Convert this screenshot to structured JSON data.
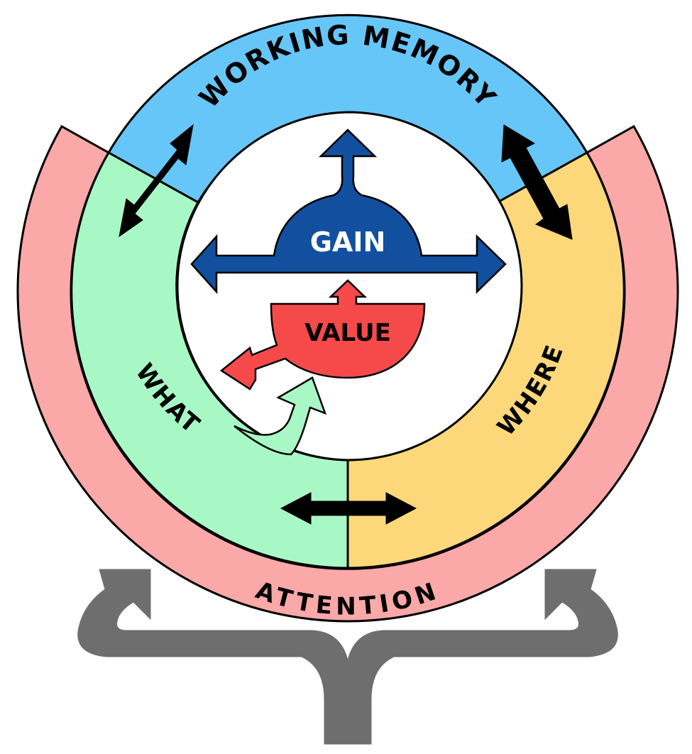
{
  "labels": {
    "working_memory": "WORKING MEMORY",
    "attention": "ATTENTION",
    "what": "WHAT",
    "where": "WHERE",
    "gain": "GAIN",
    "value": "VALUE"
  },
  "colors": {
    "working_memory": "#67c6f8",
    "attention": "#fba8a8",
    "what": "#a8f8c6",
    "where": "#fcd87a",
    "gain": "#12509f",
    "value": "#f64a4a",
    "value_input_arrow": "#a8f8c6",
    "feedback_arrow": "#6e6e6e",
    "double_arrow": "#000000"
  },
  "icons": {
    "gain": "gain-bell-icon",
    "value": "value-bowl-icon",
    "feedback": "forked-feedback-arrow-icon",
    "link": "double-arrow-icon"
  }
}
